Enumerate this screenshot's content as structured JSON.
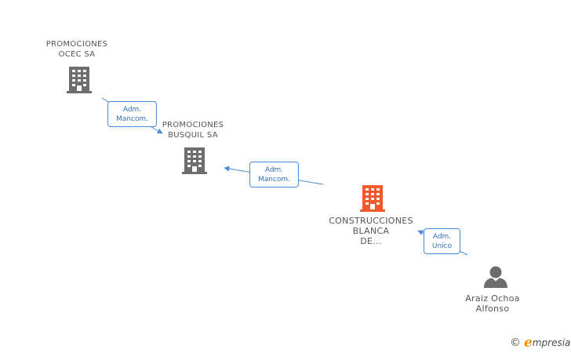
{
  "nodes": {
    "ocec": {
      "line1": "PROMOCIONES",
      "line2": "OCEC SA"
    },
    "busquil": {
      "line1": "PROMOCIONES",
      "line2": "BUSQUIL SA"
    },
    "blanca": {
      "line1": "CONSTRUCCIONES",
      "line2": "BLANCA",
      "line3": "DE..."
    },
    "person": {
      "line1": "Araiz Ochoa",
      "line2": "Alfonso"
    }
  },
  "edges": [
    {
      "line1": "Adm.",
      "line2": "Mancom."
    },
    {
      "line1": "Adm.",
      "line2": "Mancom."
    },
    {
      "line1": "Adm.",
      "line2": "Unico"
    }
  ],
  "colors": {
    "company": "#6d6d6d",
    "company_highlight": "#f05a28",
    "person": "#6d6d6d",
    "edge": "#4a8bd6"
  },
  "brand": {
    "copyright": "©",
    "initial": "e",
    "name": "mpresia"
  }
}
